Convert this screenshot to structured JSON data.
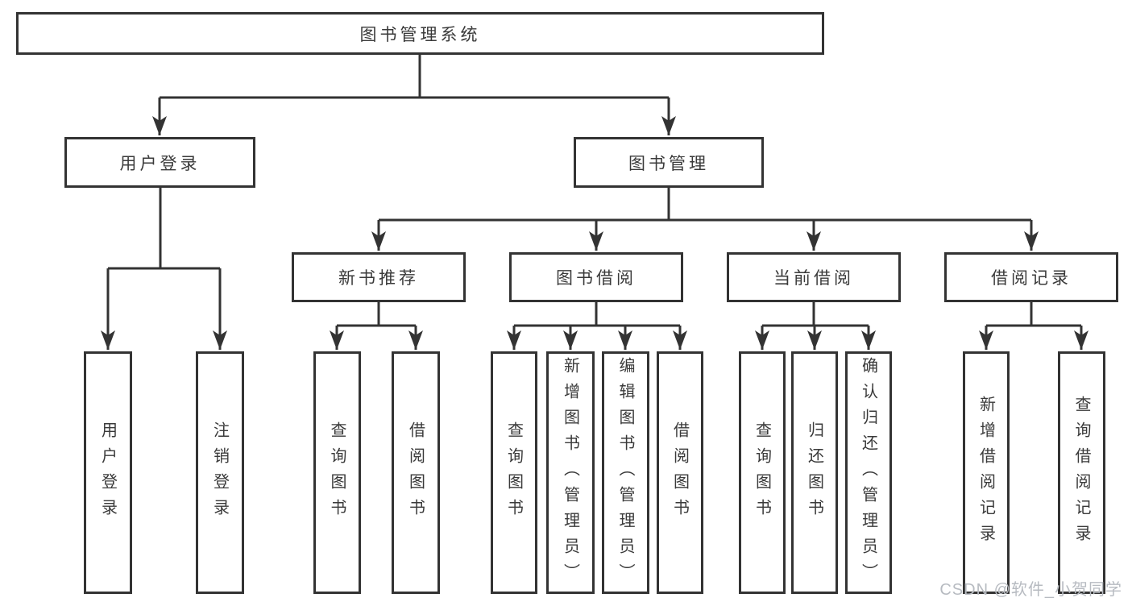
{
  "tree": {
    "root": {
      "label": "图书管理系统"
    },
    "branches": [
      {
        "label": "用户登录",
        "children": [
          {
            "label": "用户登录"
          },
          {
            "label": "注销登录"
          }
        ]
      },
      {
        "label": "图书管理",
        "children": [
          {
            "label": "新书推荐",
            "children": [
              {
                "label": "查询图书"
              },
              {
                "label": "借阅图书"
              }
            ]
          },
          {
            "label": "图书借阅",
            "children": [
              {
                "label": "查询图书"
              },
              {
                "label": "新增图书（管理员）"
              },
              {
                "label": "编辑图书（管理员）"
              },
              {
                "label": "借阅图书"
              }
            ]
          },
          {
            "label": "当前借阅",
            "children": [
              {
                "label": "查询图书"
              },
              {
                "label": "归还图书"
              },
              {
                "label": "确认归还（管理员）"
              }
            ]
          },
          {
            "label": "借阅记录",
            "children": [
              {
                "label": "新增借阅记录"
              },
              {
                "label": "查询借阅记录"
              }
            ]
          }
        ]
      }
    ]
  },
  "watermark": {
    "text": "CSDN @软件_小贺同学"
  },
  "colors": {
    "line": "#333333",
    "text": "#3a3a3a",
    "background": "#ffffff",
    "watermark": "#b7bbc1"
  }
}
